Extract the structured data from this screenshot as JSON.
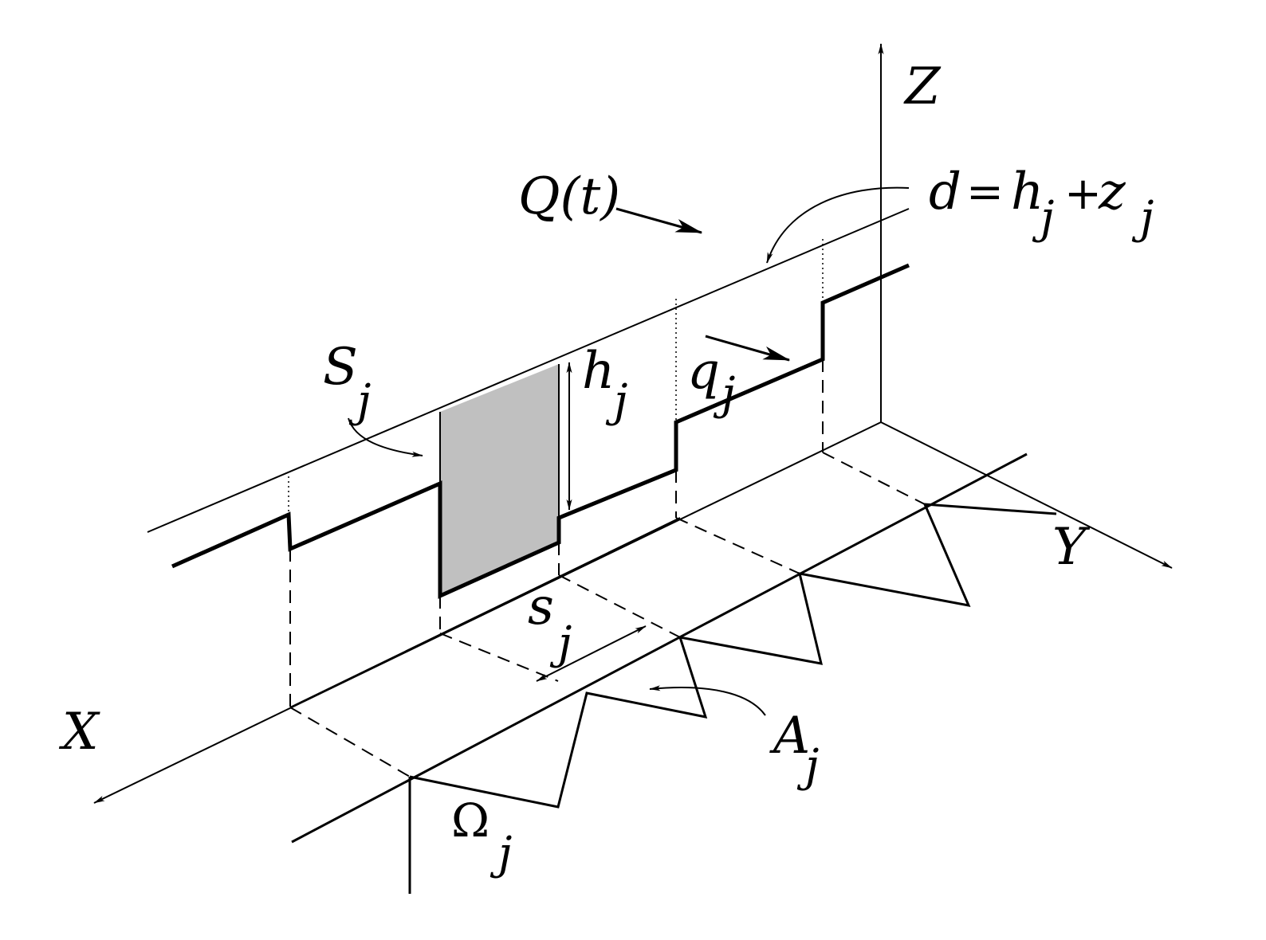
{
  "axes": {
    "x": "X",
    "y": "Y",
    "z": "Z"
  },
  "labels": {
    "Q": "Q(t)",
    "d_lhs": "d",
    "d_eq": "=",
    "d_h": "h",
    "d_h_sub": "j",
    "d_plus": "+",
    "d_z": "z",
    "d_z_sub": "j",
    "S": "S",
    "S_sub": "j",
    "h": "h",
    "h_sub": "j",
    "q": "q",
    "q_sub": "j",
    "s": "s",
    "s_sub": "j",
    "A": "A",
    "A_sub": "j",
    "Omega": "Ω",
    "Omega_sub": "j"
  },
  "colors": {
    "ink": "#000000",
    "shade": "#c0c0c0",
    "background": "#ffffff"
  }
}
